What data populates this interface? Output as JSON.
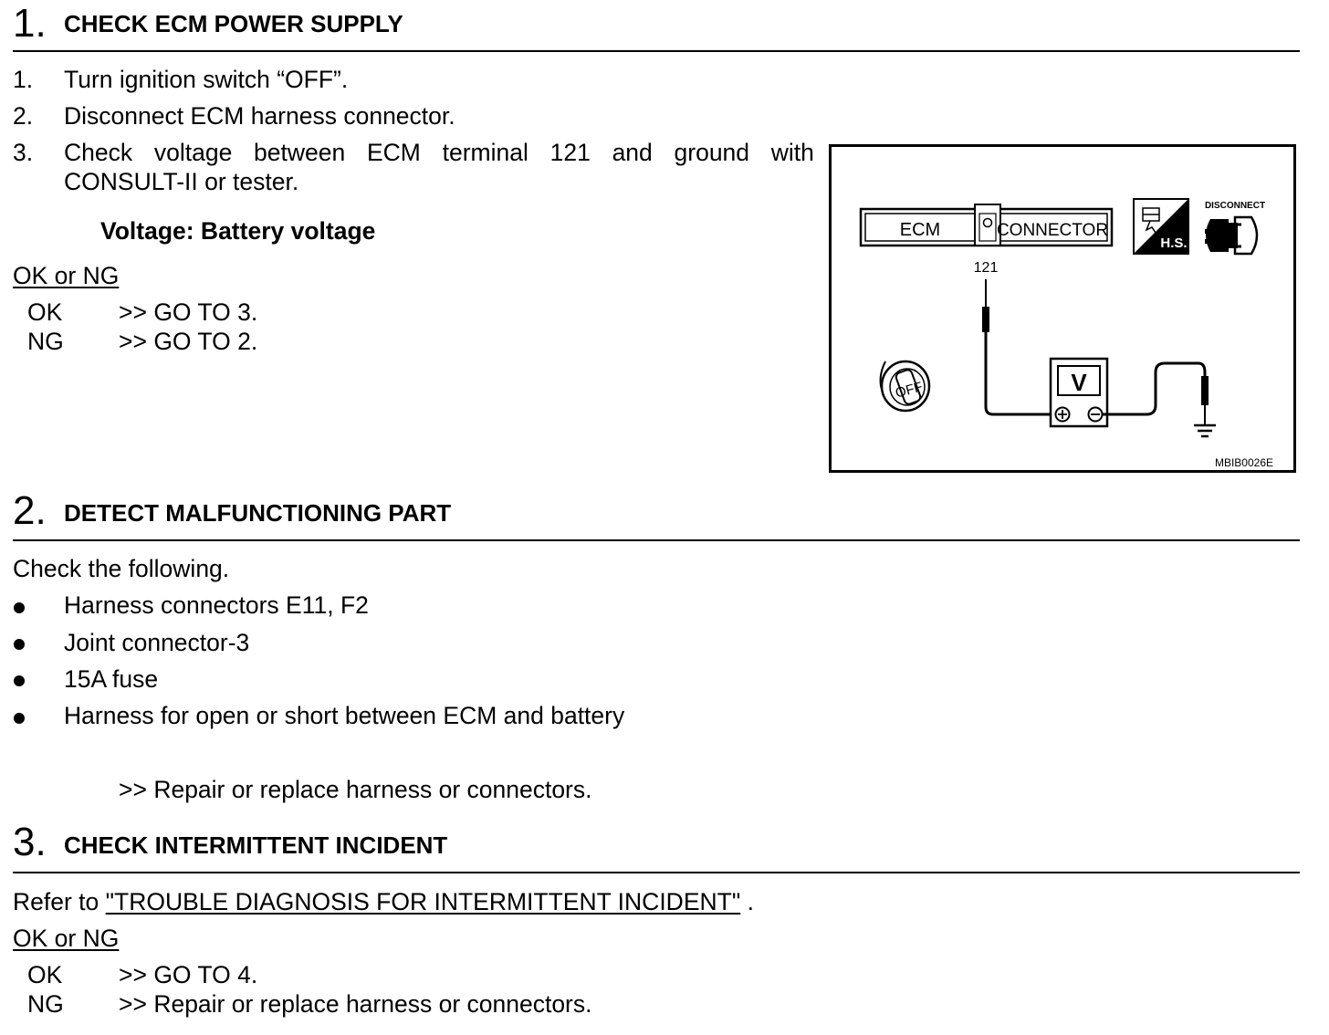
{
  "sections": [
    {
      "number": "1.",
      "title": "CHECK ECM POWER SUPPLY",
      "steps": [
        {
          "num": "1.",
          "text": "Turn ignition switch “OFF”."
        },
        {
          "num": "2.",
          "text": "Disconnect ECM harness connector."
        },
        {
          "num": "3.",
          "text_line1_words": [
            "Check",
            "voltage",
            "between",
            "ECM",
            "terminal",
            "121",
            "and",
            "ground",
            "with"
          ],
          "text_line2": "CONSULT-II or tester."
        }
      ],
      "spec": "Voltage: Battery voltage",
      "result_heading": "OK or NG",
      "results": [
        {
          "label": "OK",
          "action": ">> GO TO 3."
        },
        {
          "label": "NG",
          "action": ">> GO TO 2."
        }
      ]
    },
    {
      "number": "2.",
      "title": "DETECT MALFUNCTIONING PART",
      "intro": "Check the following.",
      "bullets": [
        "Harness connectors E11, F2",
        "Joint connector-3",
        "15A fuse",
        "Harness for open or short between ECM and battery"
      ],
      "action": ">> Repair or replace harness or connectors."
    },
    {
      "number": "3.",
      "title": "CHECK INTERMITTENT INCIDENT",
      "refer_prefix": "Refer to",
      "refer_link": "\"TROUBLE DIAGNOSIS FOR INTERMITTENT INCIDENT\"",
      "refer_suffix": ".",
      "result_heading": "OK or NG",
      "results": [
        {
          "label": "OK",
          "action": ">> GO TO 4."
        },
        {
          "label": "NG",
          "action": ">> Repair or replace harness or connectors."
        }
      ]
    }
  ],
  "figure": {
    "connector_left": "ECM",
    "connector_right": "CONNECTOR",
    "terminal": "121",
    "meter": "V",
    "hs_label": "H.S.",
    "disconnect_label": "DISCONNECT",
    "key_label": "OFF",
    "figure_id": "MBIB0026E"
  }
}
